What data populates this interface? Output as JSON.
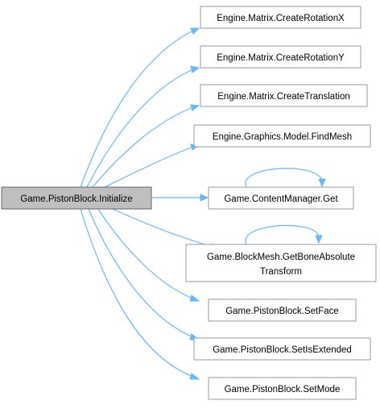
{
  "root": {
    "label": "Game.PistonBlock.Initialize"
  },
  "callees": [
    {
      "id": "rotx",
      "lines": [
        "Engine.Matrix.CreateRotationX"
      ]
    },
    {
      "id": "roty",
      "lines": [
        "Engine.Matrix.CreateRotationY"
      ]
    },
    {
      "id": "trans",
      "lines": [
        "Engine.Matrix.CreateTranslation"
      ]
    },
    {
      "id": "mesh",
      "lines": [
        "Engine.Graphics.Model.FindMesh"
      ]
    },
    {
      "id": "get",
      "lines": [
        "Game.ContentManager.Get"
      ]
    },
    {
      "id": "bone",
      "lines": [
        "Game.BlockMesh.GetBoneAbsolute",
        "Transform"
      ]
    },
    {
      "id": "face",
      "lines": [
        "Game.PistonBlock.SetFace"
      ]
    },
    {
      "id": "ext",
      "lines": [
        "Game.PistonBlock.SetIsExtended"
      ]
    },
    {
      "id": "mode",
      "lines": [
        "Game.PistonBlock.SetMode"
      ]
    }
  ],
  "colors": {
    "edge": "#63b8ff",
    "root_fill": "#bfbfbf",
    "node_border": "#999999"
  }
}
